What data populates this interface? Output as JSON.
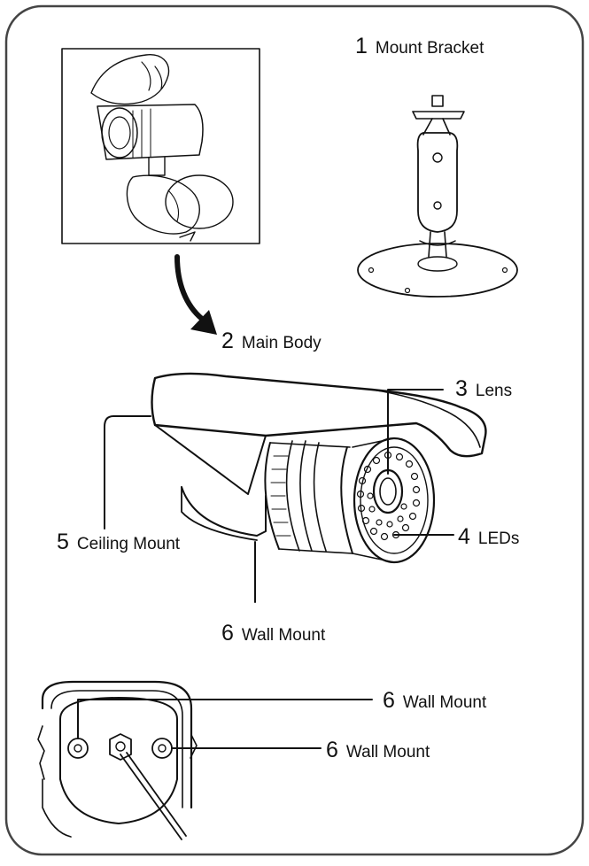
{
  "labels": {
    "mount_bracket": {
      "number": "1",
      "text": "Mount Bracket"
    },
    "main_body": {
      "number": "2",
      "text": "Main Body"
    },
    "lens": {
      "number": "3",
      "text": "Lens"
    },
    "leds": {
      "number": "4",
      "text": "LEDs"
    },
    "ceiling_mount": {
      "number": "5",
      "text": "Ceiling Mount"
    },
    "wall_mount_side": {
      "number": "6",
      "text": "Wall Mount"
    },
    "wall_mount_rear_top": {
      "number": "6",
      "text": "Wall Mount"
    },
    "wall_mount_rear_right": {
      "number": "6",
      "text": "Wall Mount"
    }
  },
  "colors": {
    "line": "#111111",
    "background": "#ffffff",
    "frame": "#444444"
  }
}
